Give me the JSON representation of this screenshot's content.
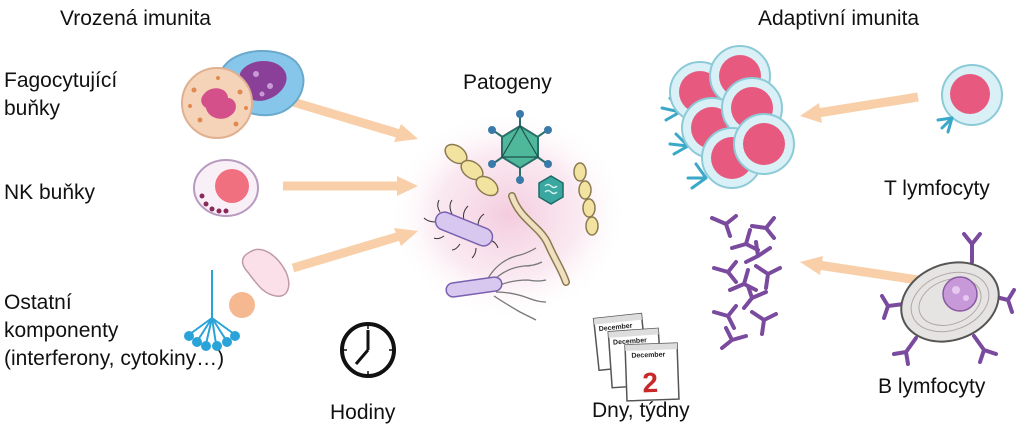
{
  "innate": {
    "title": "Vrozená imunita",
    "phagocytes": [
      "Fagocytující",
      "buňky"
    ],
    "nk": "NK buňky",
    "other": [
      "Ostatní",
      "komponenty",
      "(interferony, cytokiny…)"
    ],
    "time": "Hodiny"
  },
  "center": {
    "title": "Patogeny"
  },
  "adaptive": {
    "title": "Adaptivní imunita",
    "t_cells": "T lymfocyty",
    "b_cells": "B lymfocyty",
    "time": "Dny, týdny",
    "calendar_month": "December",
    "calendar_day": "2"
  },
  "colors": {
    "arrow": "#f8cfa8",
    "cell_ring": "#a8dce8",
    "nucleus": "#e8597f",
    "antibody": "#7a4a9e",
    "pathogen_halo": "#f3c9dc"
  }
}
